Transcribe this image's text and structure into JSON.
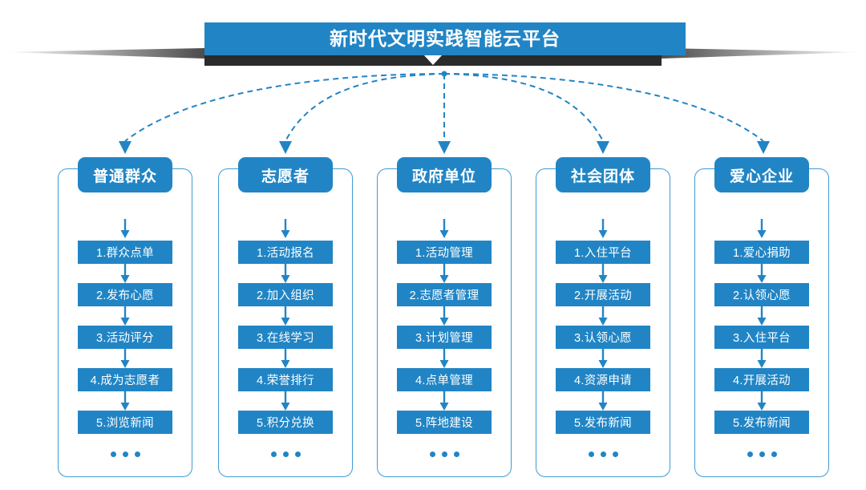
{
  "header": {
    "title": "新时代文明实践智能云平台",
    "bar_color": "#2185c5",
    "banner_color": "#2b2b2b",
    "notch_icon": "chevron-down-icon"
  },
  "theme": {
    "accent": "#2185c5",
    "frame_border": "#3d9bd4",
    "connector": "#2185c5",
    "background": "#ffffff"
  },
  "connectors": {
    "style": "dashed-curved-arrow",
    "count": 5,
    "origin_label": "platform-hub"
  },
  "columns": [
    {
      "id": "general-public",
      "title": "普通群众",
      "items": [
        "1.群众点单",
        "2.发布心愿",
        "3.活动评分",
        "4.成为志愿者",
        "5.浏览新闻"
      ],
      "more": "•••"
    },
    {
      "id": "volunteer",
      "title": "志愿者",
      "items": [
        "1.活动报名",
        "2.加入组织",
        "3.在线学习",
        "4.荣誉排行",
        "5.积分兑换"
      ],
      "more": "•••"
    },
    {
      "id": "government-unit",
      "title": "政府单位",
      "items": [
        "1.活动管理",
        "2.志愿者管理",
        "3.计划管理",
        "4.点单管理",
        "5.阵地建设"
      ],
      "more": "•••"
    },
    {
      "id": "social-group",
      "title": "社会团体",
      "items": [
        "1.入住平台",
        "2.开展活动",
        "3.认领心愿",
        "4.资源申请",
        "5.发布新闻"
      ],
      "more": "•••"
    },
    {
      "id": "charity-enterprise",
      "title": "爱心企业",
      "items": [
        "1.爱心捐助",
        "2.认领心愿",
        "3.入住平台",
        "4.开展活动",
        "5.发布新闻"
      ],
      "more": "•••"
    }
  ]
}
